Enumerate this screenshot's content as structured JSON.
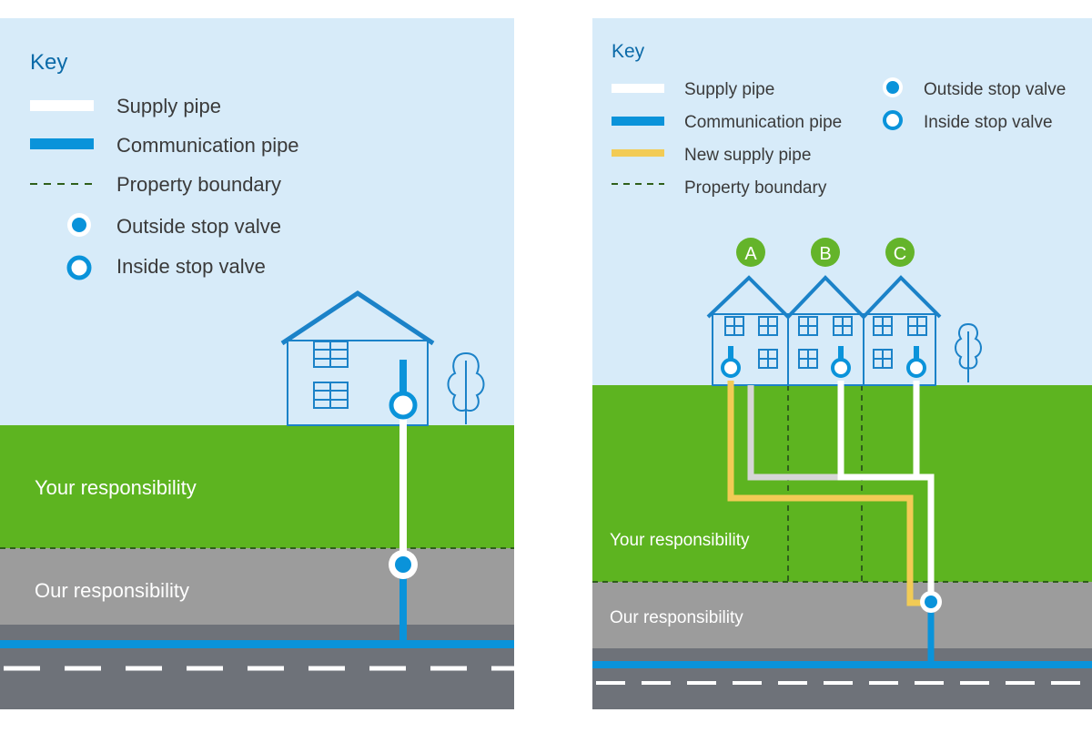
{
  "colors": {
    "sky": "#d7ebf9",
    "grass": "#5db420",
    "ground": "#9c9c9c",
    "road": "#6e7279",
    "supply_pipe": "#ffffff",
    "communication_pipe": "#0a93da",
    "new_supply_pipe": "#f2cb55",
    "property_boundary": "#2f5f1b",
    "house_outline": "#1b82c8",
    "marker_green": "#64b42a"
  },
  "left_panel": {
    "key": {
      "title": "Key",
      "items": [
        {
          "icon": "supply-pipe-swatch",
          "label": "Supply pipe"
        },
        {
          "icon": "communication-pipe-swatch",
          "label": "Communication pipe"
        },
        {
          "icon": "property-boundary-dashed-line",
          "label": "Property boundary"
        },
        {
          "icon": "outside-stop-valve-icon",
          "label": "Outside stop valve"
        },
        {
          "icon": "inside-stop-valve-icon",
          "label": "Inside stop valve"
        }
      ]
    },
    "zones": {
      "your_responsibility": "Your responsibility",
      "our_responsibility": "Our responsibility"
    }
  },
  "right_panel": {
    "key": {
      "title": "Key",
      "items": [
        {
          "icon": "supply-pipe-swatch",
          "label": "Supply pipe"
        },
        {
          "icon": "communication-pipe-swatch",
          "label": "Communication pipe"
        },
        {
          "icon": "new-supply-pipe-swatch",
          "label": "New supply pipe"
        },
        {
          "icon": "property-boundary-dashed-line",
          "label": "Property boundary"
        },
        {
          "icon": "outside-stop-valve-icon",
          "label": "Outside stop valve"
        },
        {
          "icon": "inside-stop-valve-icon",
          "label": "Inside stop valve"
        }
      ]
    },
    "houses": {
      "a": "A",
      "b": "B",
      "c": "C"
    },
    "zones": {
      "your_responsibility": "Your responsibility",
      "our_responsibility": "Our responsibility"
    }
  }
}
